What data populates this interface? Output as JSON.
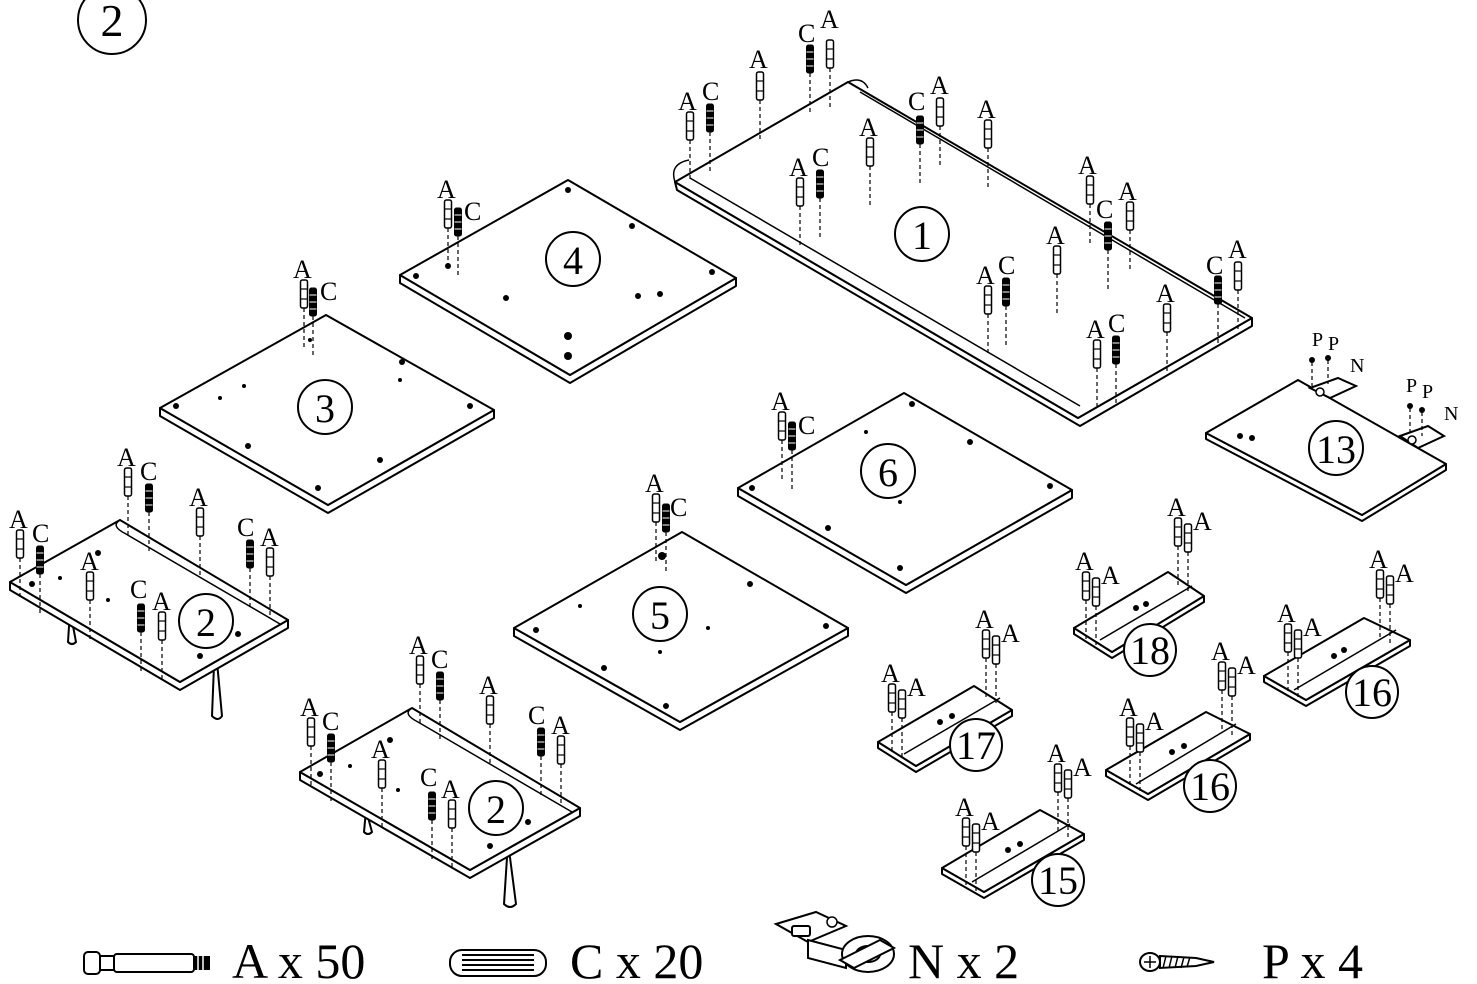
{
  "step": "2",
  "hardware_letters": {
    "a": "A",
    "c": "C",
    "n": "N",
    "p": "P"
  },
  "parts": {
    "p1": "1",
    "p2a": "2",
    "p2b": "2",
    "p3": "3",
    "p4": "4",
    "p5": "5",
    "p6": "6",
    "p13": "13",
    "p15": "15",
    "p16a": "16",
    "p16b": "16",
    "p17": "17",
    "p18": "18"
  },
  "legend": {
    "a": "A x 50",
    "c": "C x 20",
    "n": "N x 2",
    "p": "P x 4"
  },
  "icons": {
    "a": "cam-bolt-icon",
    "c": "wooden-dowel-icon",
    "n": "hinge-icon",
    "p": "screw-icon"
  }
}
